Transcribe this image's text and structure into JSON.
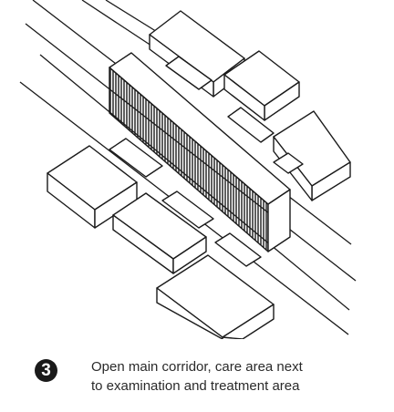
{
  "figure": {
    "subject": "axonometric plan of an open main corridor with care area blocks adjacent to examination and treatment blocks",
    "line_color": "#1a1a1a",
    "fill_color": "#ffffff"
  },
  "caption": {
    "number": "3",
    "line1": "Open main corridor, care area next",
    "line2": "to examination and treatment area"
  }
}
